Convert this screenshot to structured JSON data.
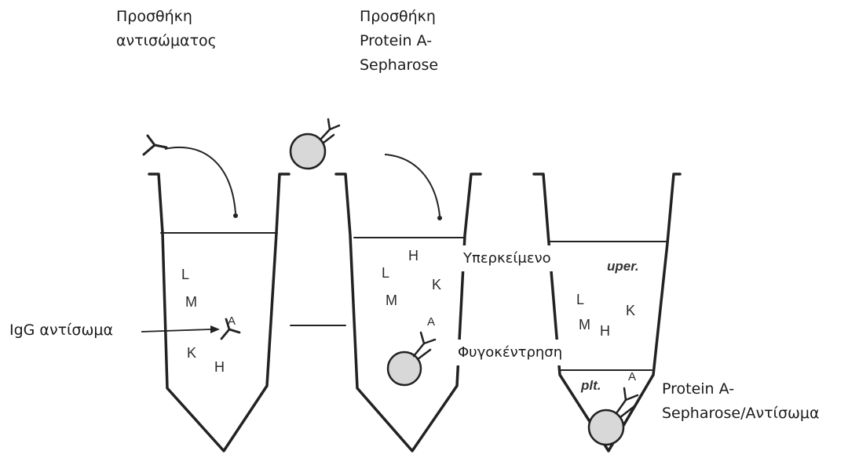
{
  "steps": {
    "add_antibody": [
      "Προσθήκη",
      "αντισώματος"
    ],
    "add_protein_a": [
      "Προσθήκη",
      "Protein A-",
      "Sepharose"
    ]
  },
  "labels": {
    "igg": "IgG αντίσωμα",
    "supernatant": "Υπερκείμενο",
    "centrifugation": "Φυγοκέντρηση",
    "complex": [
      "Protein A-",
      "Sepharose/Αντίσωμα"
    ]
  },
  "tube_tags": {
    "super": "uper.",
    "pellet": "plt."
  },
  "letters": {
    "tube1": [
      "L",
      "M",
      "K",
      "H"
    ],
    "tube2": [
      "H",
      "L",
      "M",
      "K"
    ],
    "tube3": [
      "L",
      "K",
      "M",
      "H"
    ],
    "antibody_mark": "A"
  }
}
